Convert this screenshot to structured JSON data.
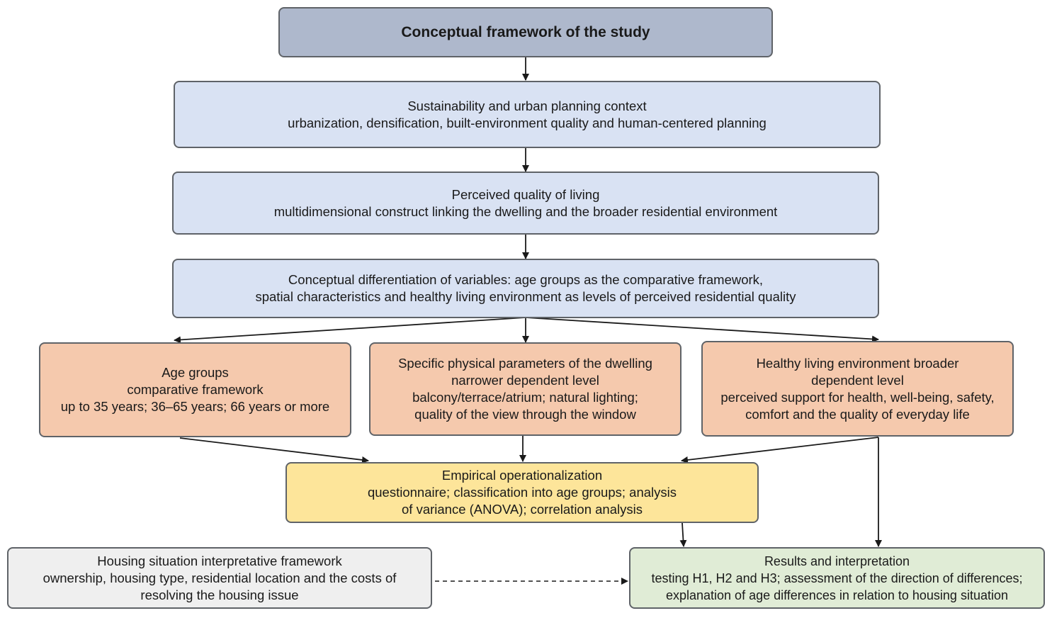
{
  "diagram": {
    "title": "Conceptual framework of the study",
    "context": {
      "line1": "Sustainability and urban planning context",
      "line2": "urbanization, densification, built-environment quality and human-centered planning"
    },
    "perceived": {
      "line1": "Perceived quality of living",
      "line2": "multidimensional construct linking the dwelling and the broader residential environment"
    },
    "differentiation": {
      "line1": "Conceptual differentiation of variables: age groups as the comparative framework,",
      "line2": "spatial characteristics and healthy living environment as levels of perceived residential quality"
    },
    "age_groups": {
      "line1": "Age groups",
      "line2": "comparative framework",
      "line3": "up to 35 years; 36–65 years; 66 years or more"
    },
    "physical": {
      "line1": "Specific physical parameters of the dwelling",
      "line2": "narrower dependent level",
      "line3": "balcony/terrace/atrium; natural lighting;",
      "line4": "quality of the view through the window"
    },
    "healthy": {
      "line1": "Healthy living environment broader",
      "line2": "dependent level",
      "line3": "perceived support for health, well-being, safety,",
      "line4": "comfort and the quality of everyday life"
    },
    "empirical": {
      "line1": "Empirical operationalization",
      "line2": "questionnaire; classification into age groups; analysis",
      "line3": "of variance (ANOVA); correlation analysis"
    },
    "housing": {
      "line1": "Housing situation interpretative framework",
      "line2": "ownership, housing type, residential location and the costs of",
      "line3": "resolving the housing issue"
    },
    "results": {
      "line1": "Results and interpretation",
      "line2": "testing H1, H2 and H3; assessment of the direction of differences;",
      "line3": "explanation of age differences in relation to housing situation"
    }
  },
  "colors": {
    "title_fill": "#aeb8cc",
    "context_fill": "#d9e2f3",
    "level_fill": "#f5c9ad",
    "empirical_fill": "#fde59a",
    "housing_fill": "#efefef",
    "results_fill": "#e0ecd6",
    "border": "#5f6368",
    "arrow": "#1a1a1a"
  }
}
